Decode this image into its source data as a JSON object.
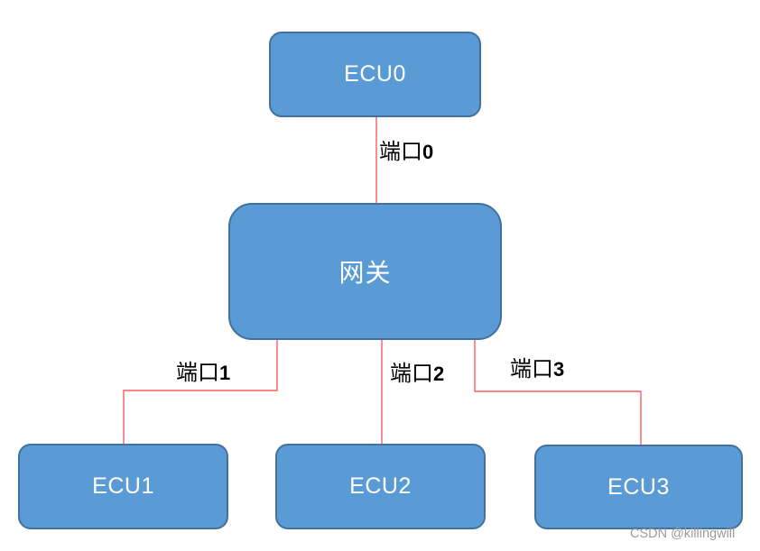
{
  "diagram": {
    "nodes": {
      "ecu0": {
        "label": "ECU0"
      },
      "gateway": {
        "label": "网关"
      },
      "ecu1": {
        "label": "ECU1"
      },
      "ecu2": {
        "label": "ECU2"
      },
      "ecu3": {
        "label": "ECU3"
      }
    },
    "port_labels": {
      "port0": {
        "prefix": "端口",
        "number": "0"
      },
      "port1": {
        "prefix": "端口",
        "number": "1"
      },
      "port2": {
        "prefix": "端口",
        "number": "2"
      },
      "port3": {
        "prefix": "端口",
        "number": "3"
      }
    },
    "colors": {
      "node_fill": "#5b9bd5",
      "node_border": "#41719c",
      "node_text": "#ffffff",
      "connector": "#ff5c5c",
      "port_label_text": "#000000",
      "watermark_text": "#9b9b9b"
    }
  },
  "watermark": {
    "text": "CSDN @killingwill"
  }
}
